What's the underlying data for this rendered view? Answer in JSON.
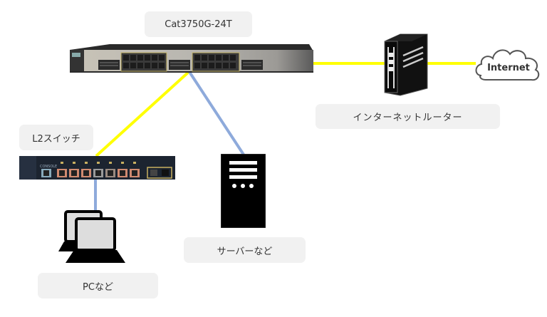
{
  "diagram": {
    "nodes": {
      "core_switch": {
        "label": "Cat3750G-24T",
        "type": "layer3-switch"
      },
      "router": {
        "label": "インターネットルーター",
        "type": "router"
      },
      "internet": {
        "label": "Internet",
        "type": "cloud"
      },
      "l2_switch": {
        "label": "L2スイッチ",
        "type": "layer2-switch",
        "console_label": "CONSOLE"
      },
      "server": {
        "label": "サーバーなど",
        "type": "server"
      },
      "pc": {
        "label": "PCなど",
        "type": "pc"
      }
    },
    "links": [
      {
        "from": "core_switch",
        "to": "router",
        "color": "#ffff00"
      },
      {
        "from": "router",
        "to": "internet",
        "color": "#ffff00"
      },
      {
        "from": "core_switch",
        "to": "l2_switch",
        "color": "#ffff00"
      },
      {
        "from": "core_switch",
        "to": "server",
        "color": "#8eaadb"
      },
      {
        "from": "l2_switch",
        "to": "pc",
        "color": "#8eaadb"
      }
    ],
    "colors": {
      "yellow_link": "#ffff00",
      "blue_link": "#8eaadb",
      "label_bg": "#f1f1f1"
    }
  }
}
